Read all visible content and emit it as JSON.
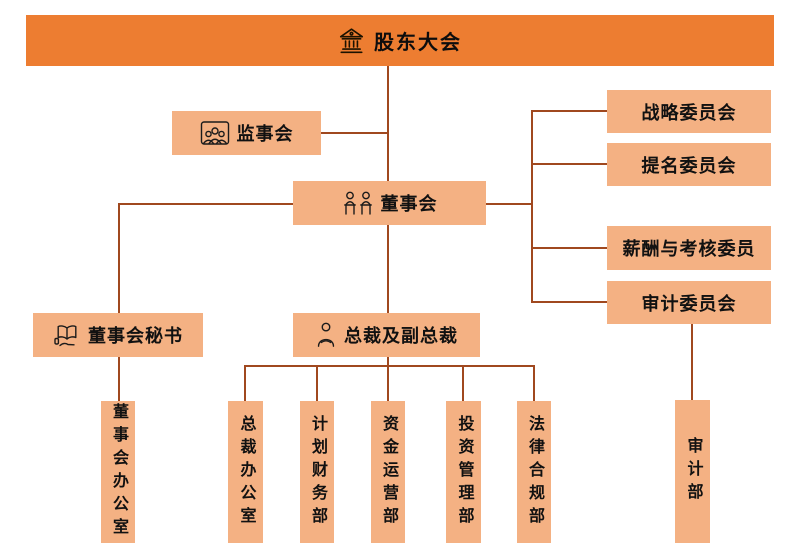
{
  "colors": {
    "banner_bg": "#ED7D31",
    "node_bg": "#F4B183",
    "connector": "#A0481F",
    "text": "#111111"
  },
  "banner": {
    "label": "股东大会",
    "icon": "bank-icon"
  },
  "nodes": {
    "supervisory": {
      "label": "监事会",
      "icon": "team-frame-icon"
    },
    "board": {
      "label": "董事会",
      "icon": "meeting-icon"
    },
    "secretary": {
      "label": "董事会秘书",
      "icon": "book-hand-icon"
    },
    "president": {
      "label": "总裁及副总裁",
      "icon": "person-icon"
    }
  },
  "committees": [
    {
      "label": "战略委员会"
    },
    {
      "label": "提名委员会"
    },
    {
      "label": "薪酬与考核委员"
    },
    {
      "label": "审计委员会"
    }
  ],
  "departments": [
    {
      "label": "董事会办公室"
    },
    {
      "label": "总裁办公室"
    },
    {
      "label": "计划财务部"
    },
    {
      "label": "资金运营部"
    },
    {
      "label": "投资管理部"
    },
    {
      "label": "法律合规部"
    }
  ],
  "audit_department": {
    "label": "审计部"
  }
}
